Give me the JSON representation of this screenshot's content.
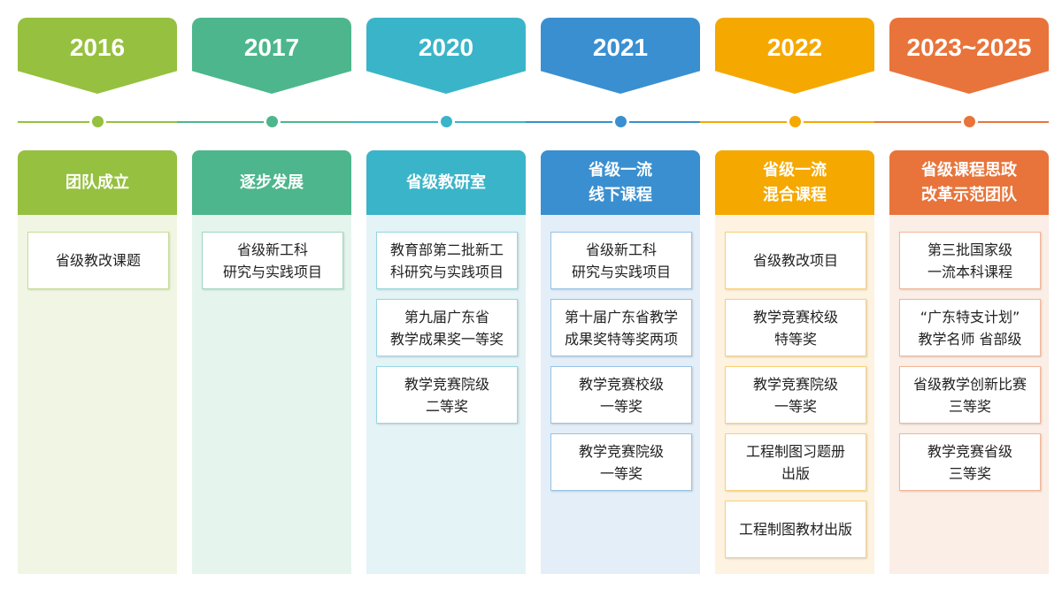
{
  "columns": [
    {
      "year": "2016",
      "color": "#96c03f",
      "tint": "#f1f6e4",
      "category": [
        "团队成立"
      ],
      "items": [
        [
          "省级教改课题"
        ]
      ]
    },
    {
      "year": "2017",
      "color": "#4db68c",
      "tint": "#e6f4ee",
      "category": [
        "逐步发展"
      ],
      "items": [
        [
          "省级新工科",
          "研究与实践项目"
        ]
      ]
    },
    {
      "year": "2020",
      "color": "#3ab4c8",
      "tint": "#e4f3f6",
      "category": [
        "省级教研室"
      ],
      "items": [
        [
          "教育部第二批新工",
          "科研究与实践项目"
        ],
        [
          "第九届广东省",
          "教学成果奖一等奖"
        ],
        [
          "教学竞赛院级",
          "二等奖"
        ]
      ]
    },
    {
      "year": "2021",
      "color": "#3a8fd0",
      "tint": "#e4eef8",
      "category": [
        "省级一流",
        "线下课程"
      ],
      "items": [
        [
          "省级新工科",
          "研究与实践项目"
        ],
        [
          "第十届广东省教学",
          "成果奖特等奖两项"
        ],
        [
          "教学竞赛校级",
          "一等奖"
        ],
        [
          "教学竞赛院级",
          "一等奖"
        ]
      ]
    },
    {
      "year": "2022",
      "color": "#f5a800",
      "tint": "#fdf3e0",
      "category": [
        "省级一流",
        "混合课程"
      ],
      "items": [
        [
          "省级教改项目"
        ],
        [
          "教学竞赛校级",
          "特等奖"
        ],
        [
          "教学竞赛院级",
          "一等奖"
        ],
        [
          "工程制图习题册",
          "出版"
        ],
        [
          "工程制图教材出版"
        ]
      ]
    },
    {
      "year": "2023~2025",
      "color": "#e8743b",
      "tint": "#fbeee6",
      "category": [
        "省级课程思政",
        "改革示范团队"
      ],
      "items": [
        [
          "第三批国家级",
          "一流本科课程"
        ],
        [
          "“广东特支计划”",
          "教学名师  省部级"
        ],
        [
          "省级教学创新比赛",
          "三等奖"
        ],
        [
          "教学竞赛省级",
          "三等奖"
        ]
      ]
    }
  ]
}
